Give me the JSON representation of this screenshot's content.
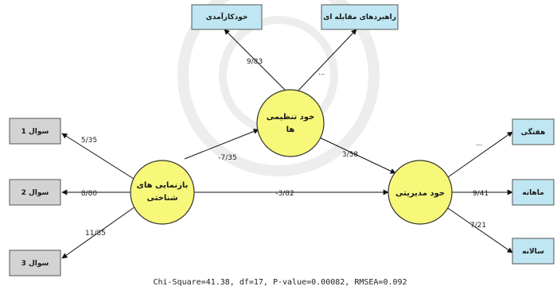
{
  "diagram": {
    "colors": {
      "latent_fill": "#f7f77a",
      "latent_stroke": "#333333",
      "gray_box": "#d3d3d3",
      "blue_box": "#bfe6f2",
      "line": "#111111"
    },
    "latent": {
      "self_regulation": {
        "line1": "خود تنظیمی",
        "line2": "ها"
      },
      "cognitive_reappraisal": {
        "line1": "بازنمایی های",
        "line2": "شناختی"
      },
      "self_management": {
        "line1": "خود مدیریتی",
        "line2": ""
      }
    },
    "indicators": {
      "q1": "سوال 1",
      "q2": "سوال 2",
      "q3": "سوال 3",
      "self_efficacy": "خودکارآمدی",
      "coping": "راهبردهای مقابله ای",
      "weekly": "هفتگی",
      "monthly": "ماهانه",
      "yearly": "سالانه"
    },
    "coefficients": {
      "q1": "5/35",
      "q2": "8/80",
      "q3": "11/85",
      "self_efficacy": "9/83",
      "coping": "...",
      "cog_to_selfreg": "-7/35",
      "cog_to_selfmgmt": "-3/82",
      "selfreg_to_selfmgmt": "3/58",
      "weekly": "...",
      "monthly": "9/41",
      "yearly": "7/21"
    },
    "fit_statistics": "Chi-Square=41.38, df=17, P-value=0.00082, RMSEA=0.092"
  }
}
